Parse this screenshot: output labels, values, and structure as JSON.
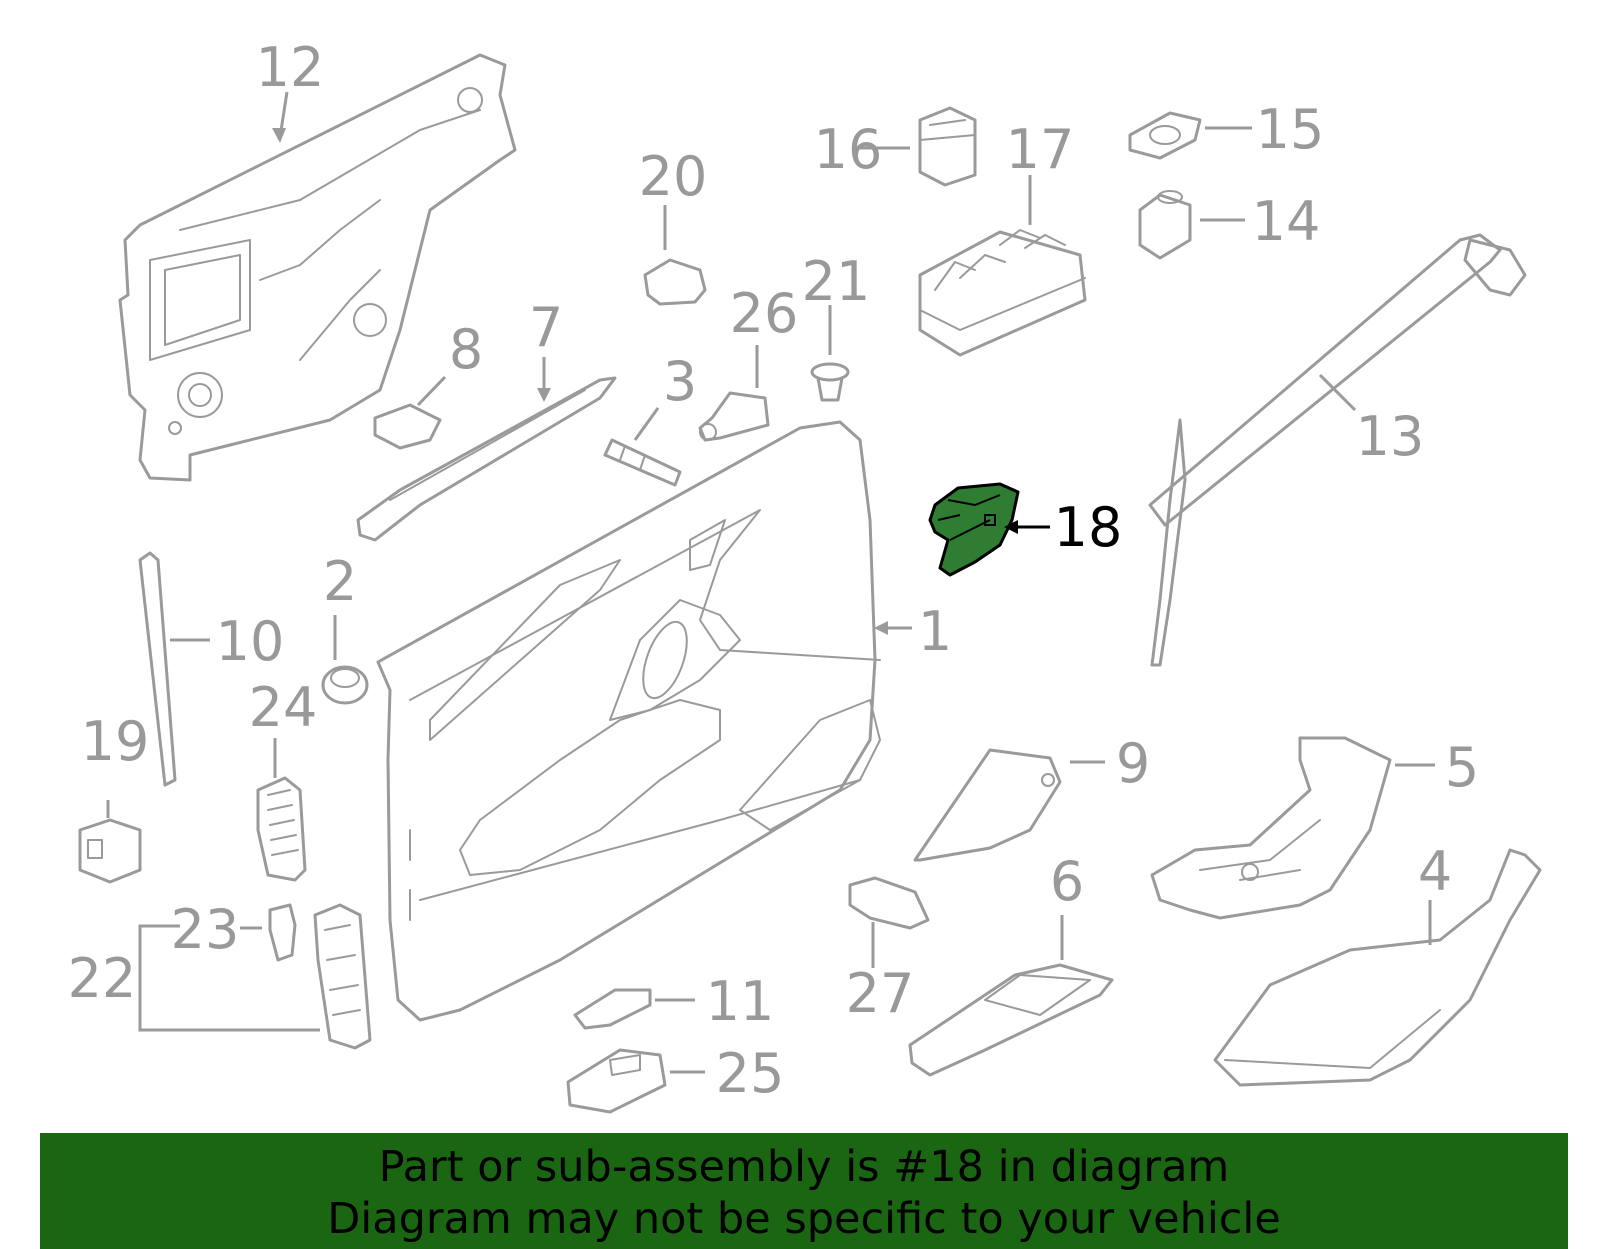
{
  "colors": {
    "highlight": "#2e7d32",
    "banner_bg": "#1b6612",
    "line": "#9a9a9a",
    "label": "#999999"
  },
  "callouts": {
    "c1": "1",
    "c2": "2",
    "c3": "3",
    "c4": "4",
    "c5": "5",
    "c6": "6",
    "c7": "7",
    "c8": "8",
    "c9": "9",
    "c10": "10",
    "c11": "11",
    "c12": "12",
    "c13": "13",
    "c14": "14",
    "c15": "15",
    "c16": "16",
    "c17": "17",
    "c18": "18",
    "c19": "19",
    "c20": "20",
    "c21": "21",
    "c22": "22",
    "c23": "23",
    "c24": "24",
    "c25": "25",
    "c26": "26",
    "c27": "27"
  },
  "highlighted_part": "18",
  "banner": {
    "line1": "Part or sub-assembly is #18 in diagram",
    "line2": "Diagram may not be specific to your vehicle"
  }
}
